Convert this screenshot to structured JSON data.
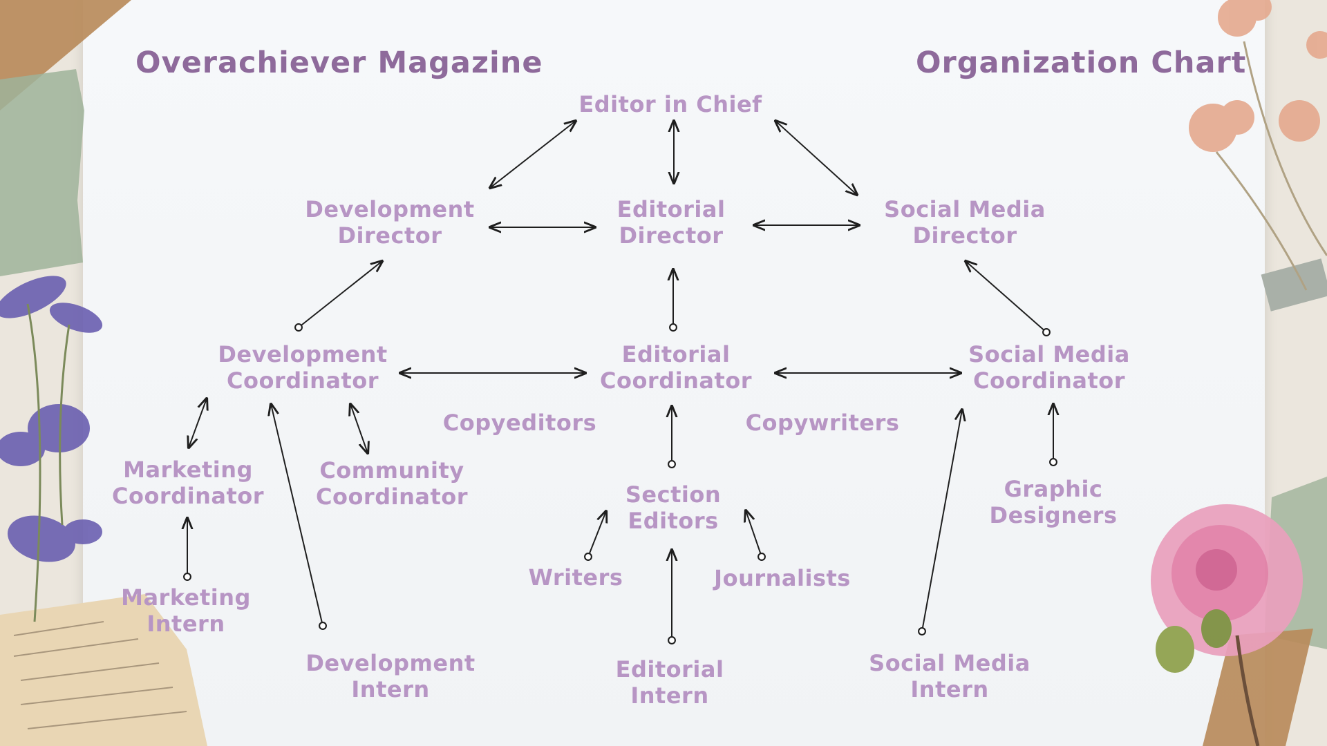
{
  "header": {
    "left_title": "Overachiever Magazine",
    "right_title": "Organization Chart"
  },
  "colors": {
    "title": "#8e6a9b",
    "node_text": "#b795c4",
    "line": "#1e1e1e"
  },
  "nodes": {
    "editor_in_chief": [
      "Editor in Chief"
    ],
    "development_director": [
      "Development",
      "Director"
    ],
    "editorial_director": [
      "Editorial",
      "Director"
    ],
    "social_media_director": [
      "Social Media",
      "Director"
    ],
    "development_coordinator": [
      "Development",
      "Coordinator"
    ],
    "editorial_coordinator": [
      "Editorial",
      "Coordinator"
    ],
    "social_media_coordinator": [
      "Social Media",
      "Coordinator"
    ],
    "copyeditors": [
      "Copyeditors"
    ],
    "copywriters": [
      "Copywriters"
    ],
    "marketing_coordinator": [
      "Marketing",
      "Coordinator"
    ],
    "community_coordinator": [
      "Community",
      "Coordinator"
    ],
    "section_editors": [
      "Section",
      "Editors"
    ],
    "graphic_designers": [
      "Graphic",
      "Designers"
    ],
    "writers": [
      "Writers"
    ],
    "journalists": [
      "Journalists"
    ],
    "marketing_intern": [
      "Marketing",
      "Intern"
    ],
    "development_intern": [
      "Development",
      "Intern"
    ],
    "editorial_intern": [
      "Editorial",
      "Intern"
    ],
    "social_media_intern": [
      "Social Media",
      "Intern"
    ]
  },
  "edges": [
    {
      "from": "development_director",
      "to": "editor_in_chief",
      "style": "double-arrow"
    },
    {
      "from": "editorial_director",
      "to": "editor_in_chief",
      "style": "double-arrow"
    },
    {
      "from": "social_media_director",
      "to": "editor_in_chief",
      "style": "double-arrow"
    },
    {
      "from": "development_director",
      "to": "editorial_director",
      "style": "double-arrow"
    },
    {
      "from": "editorial_director",
      "to": "social_media_director",
      "style": "double-arrow"
    },
    {
      "from": "development_coordinator",
      "to": "development_director",
      "style": "dot-arrow"
    },
    {
      "from": "editorial_coordinator",
      "to": "editorial_director",
      "style": "dot-arrow"
    },
    {
      "from": "social_media_coordinator",
      "to": "social_media_director",
      "style": "dot-arrow"
    },
    {
      "from": "development_coordinator",
      "to": "editorial_coordinator",
      "style": "double-arrow"
    },
    {
      "from": "editorial_coordinator",
      "to": "social_media_coordinator",
      "style": "double-arrow"
    },
    {
      "from": "development_coordinator",
      "to": "marketing_coordinator",
      "style": "double-arrow"
    },
    {
      "from": "development_coordinator",
      "to": "community_coordinator",
      "style": "double-arrow"
    },
    {
      "from": "marketing_intern",
      "to": "marketing_coordinator",
      "style": "dot-arrow"
    },
    {
      "from": "development_intern",
      "to": "development_coordinator",
      "style": "dot-arrow"
    },
    {
      "from": "section_editors",
      "to": "editorial_coordinator",
      "style": "dot-arrow"
    },
    {
      "from": "writers",
      "to": "section_editors",
      "style": "dot-arrow"
    },
    {
      "from": "journalists",
      "to": "section_editors",
      "style": "dot-arrow"
    },
    {
      "from": "editorial_intern",
      "to": "section_editors",
      "style": "dot-arrow"
    },
    {
      "from": "graphic_designers",
      "to": "social_media_coordinator",
      "style": "dot-arrow"
    },
    {
      "from": "social_media_intern",
      "to": "social_media_coordinator",
      "style": "dot-arrow"
    }
  ]
}
